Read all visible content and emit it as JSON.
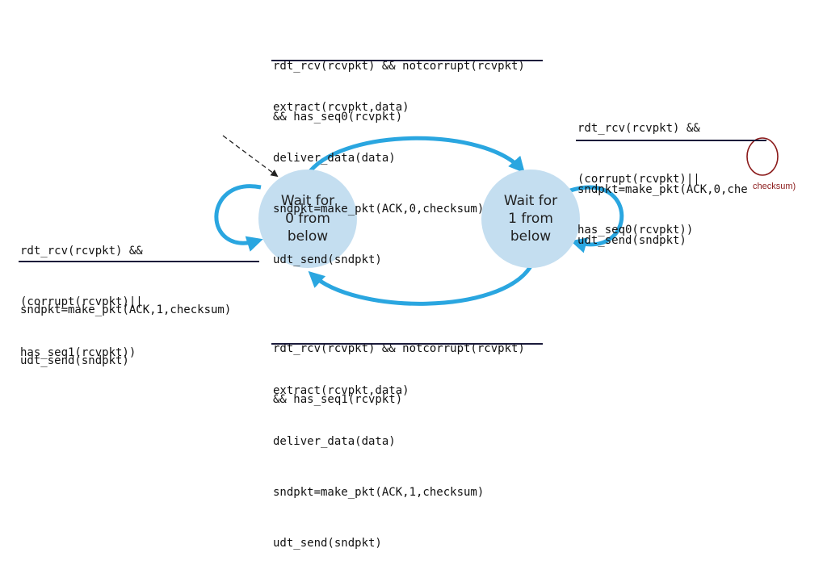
{
  "states": {
    "s0": [
      "Wait for",
      "0 from",
      "below"
    ],
    "s1": [
      "Wait for",
      "1 from",
      "below"
    ]
  },
  "transitions": {
    "top": {
      "event": [
        "rdt_rcv(rcvpkt) && notcorrupt(rcvpkt)",
        "&& has_seq0(rcvpkt)"
      ],
      "action": [
        "extract(rcvpkt,data)",
        "deliver_data(data)",
        "sndpkt=make_pkt(ACK,0,checksum)",
        "udt_send(sndpkt)"
      ]
    },
    "right": {
      "event": [
        "rdt_rcv(rcvpkt) &&",
        "(corrupt(rcvpkt)||",
        "has_seq0(rcvpkt))"
      ],
      "action": [
        "sndpkt=make_pkt(ACK,0,che",
        "udt_send(sndpkt)"
      ]
    },
    "left": {
      "event": [
        "rdt_rcv(rcvpkt) &&",
        "(corrupt(rcvpkt)||",
        "has_seq1(rcvpkt))"
      ],
      "action": [
        "sndpkt=make_pkt(ACK,1,checksum)",
        "udt_send(sndpkt)"
      ]
    },
    "bottom": {
      "event": [
        "rdt_rcv(rcvpkt) && notcorrupt(rcvpkt)",
        "&& has_seq1(rcvpkt)"
      ],
      "action": [
        "extract(rcvpkt,data)",
        "deliver_data(data)",
        "sndpkt=make_pkt(ACK,1,checksum)",
        "udt_send(sndpkt)"
      ]
    }
  },
  "annotation": "checksum)",
  "colors": {
    "arrow": "#2aa6e0",
    "state_fill": "#c4def0",
    "annotation": "#8b1a1a"
  }
}
